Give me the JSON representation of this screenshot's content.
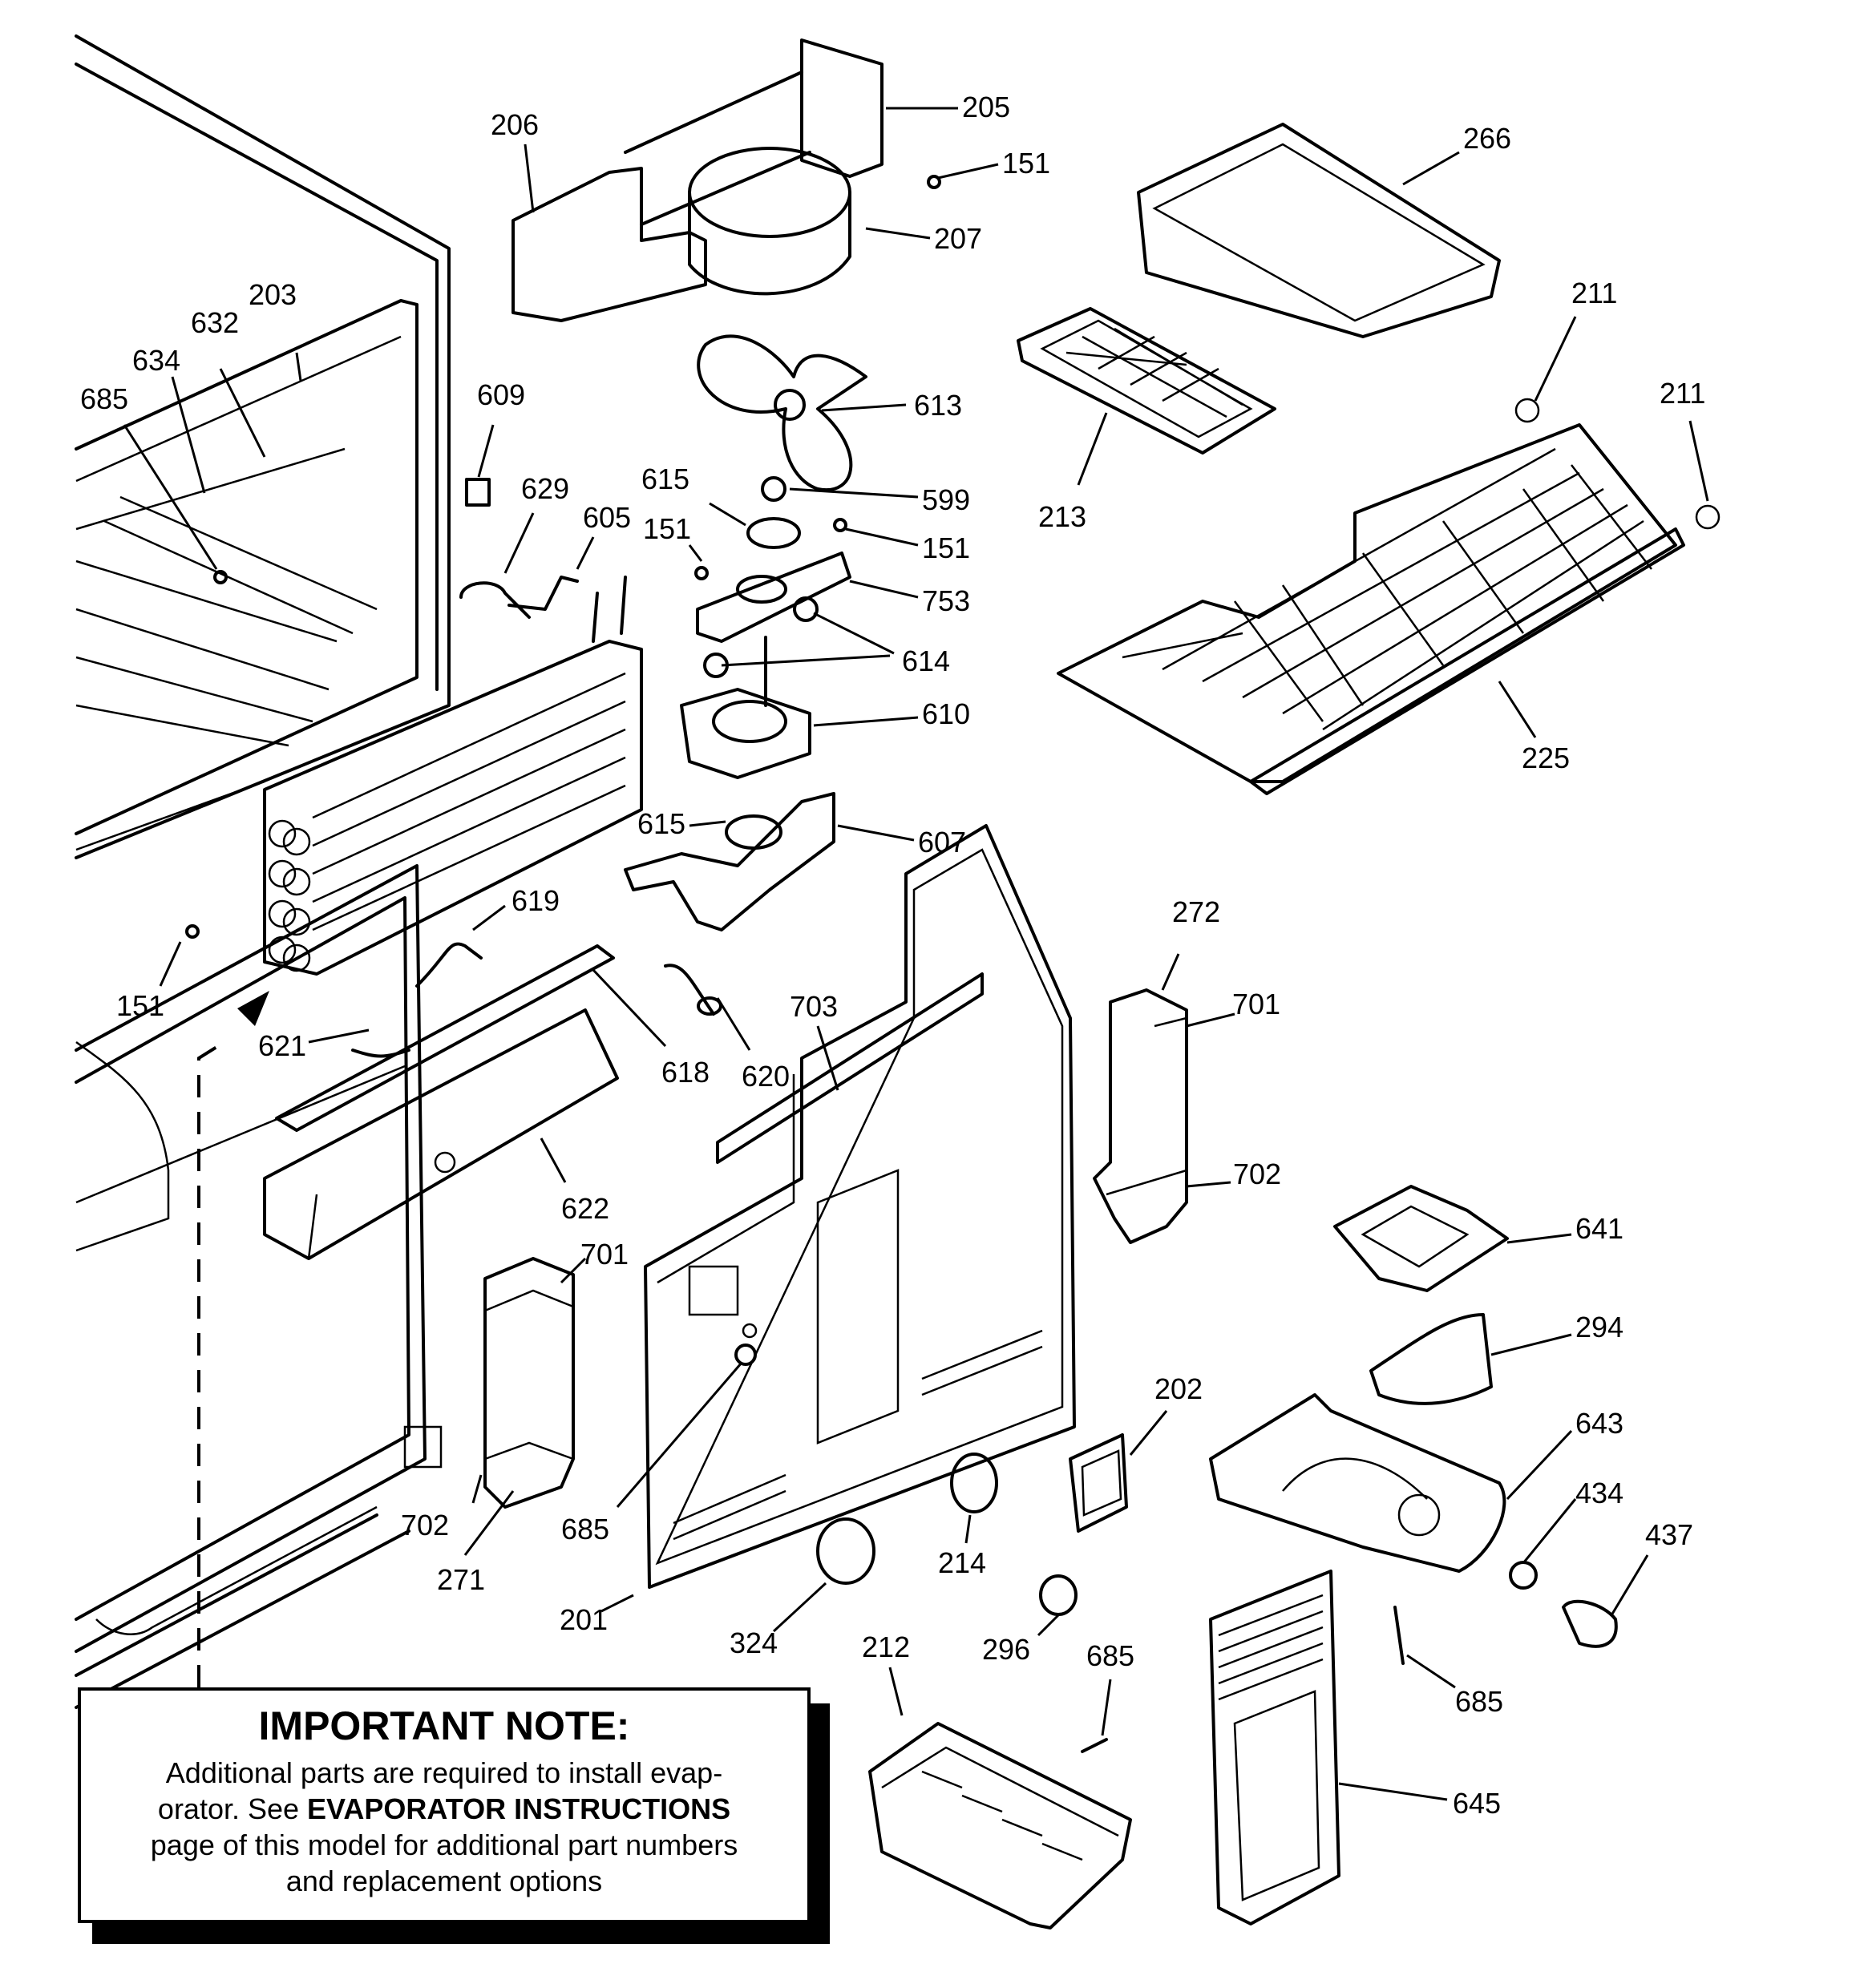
{
  "note": {
    "title": "IMPORTANT NOTE:",
    "line1": "Additional parts are required to install evap-",
    "line2_pre": "orator.  See ",
    "line2_bold": "EVAPORATOR INSTRUCTIONS",
    "line3": "page of this model for additional part numbers",
    "line4": "and replacement options"
  },
  "part_labels": [
    "206",
    "205",
    "151",
    "207",
    "266",
    "203",
    "632",
    "634",
    "685",
    "609",
    "629",
    "605",
    "613",
    "211",
    "211",
    "615",
    "599",
    "151",
    "151",
    "213",
    "753",
    "614",
    "610",
    "225",
    "615",
    "607",
    "619",
    "151",
    "621",
    "618",
    "620",
    "703",
    "272",
    "701",
    "702",
    "622",
    "641",
    "701",
    "294",
    "202",
    "643",
    "434",
    "437",
    "702",
    "685",
    "214",
    "271",
    "201",
    "324",
    "296",
    "212",
    "685",
    "685",
    "645"
  ]
}
